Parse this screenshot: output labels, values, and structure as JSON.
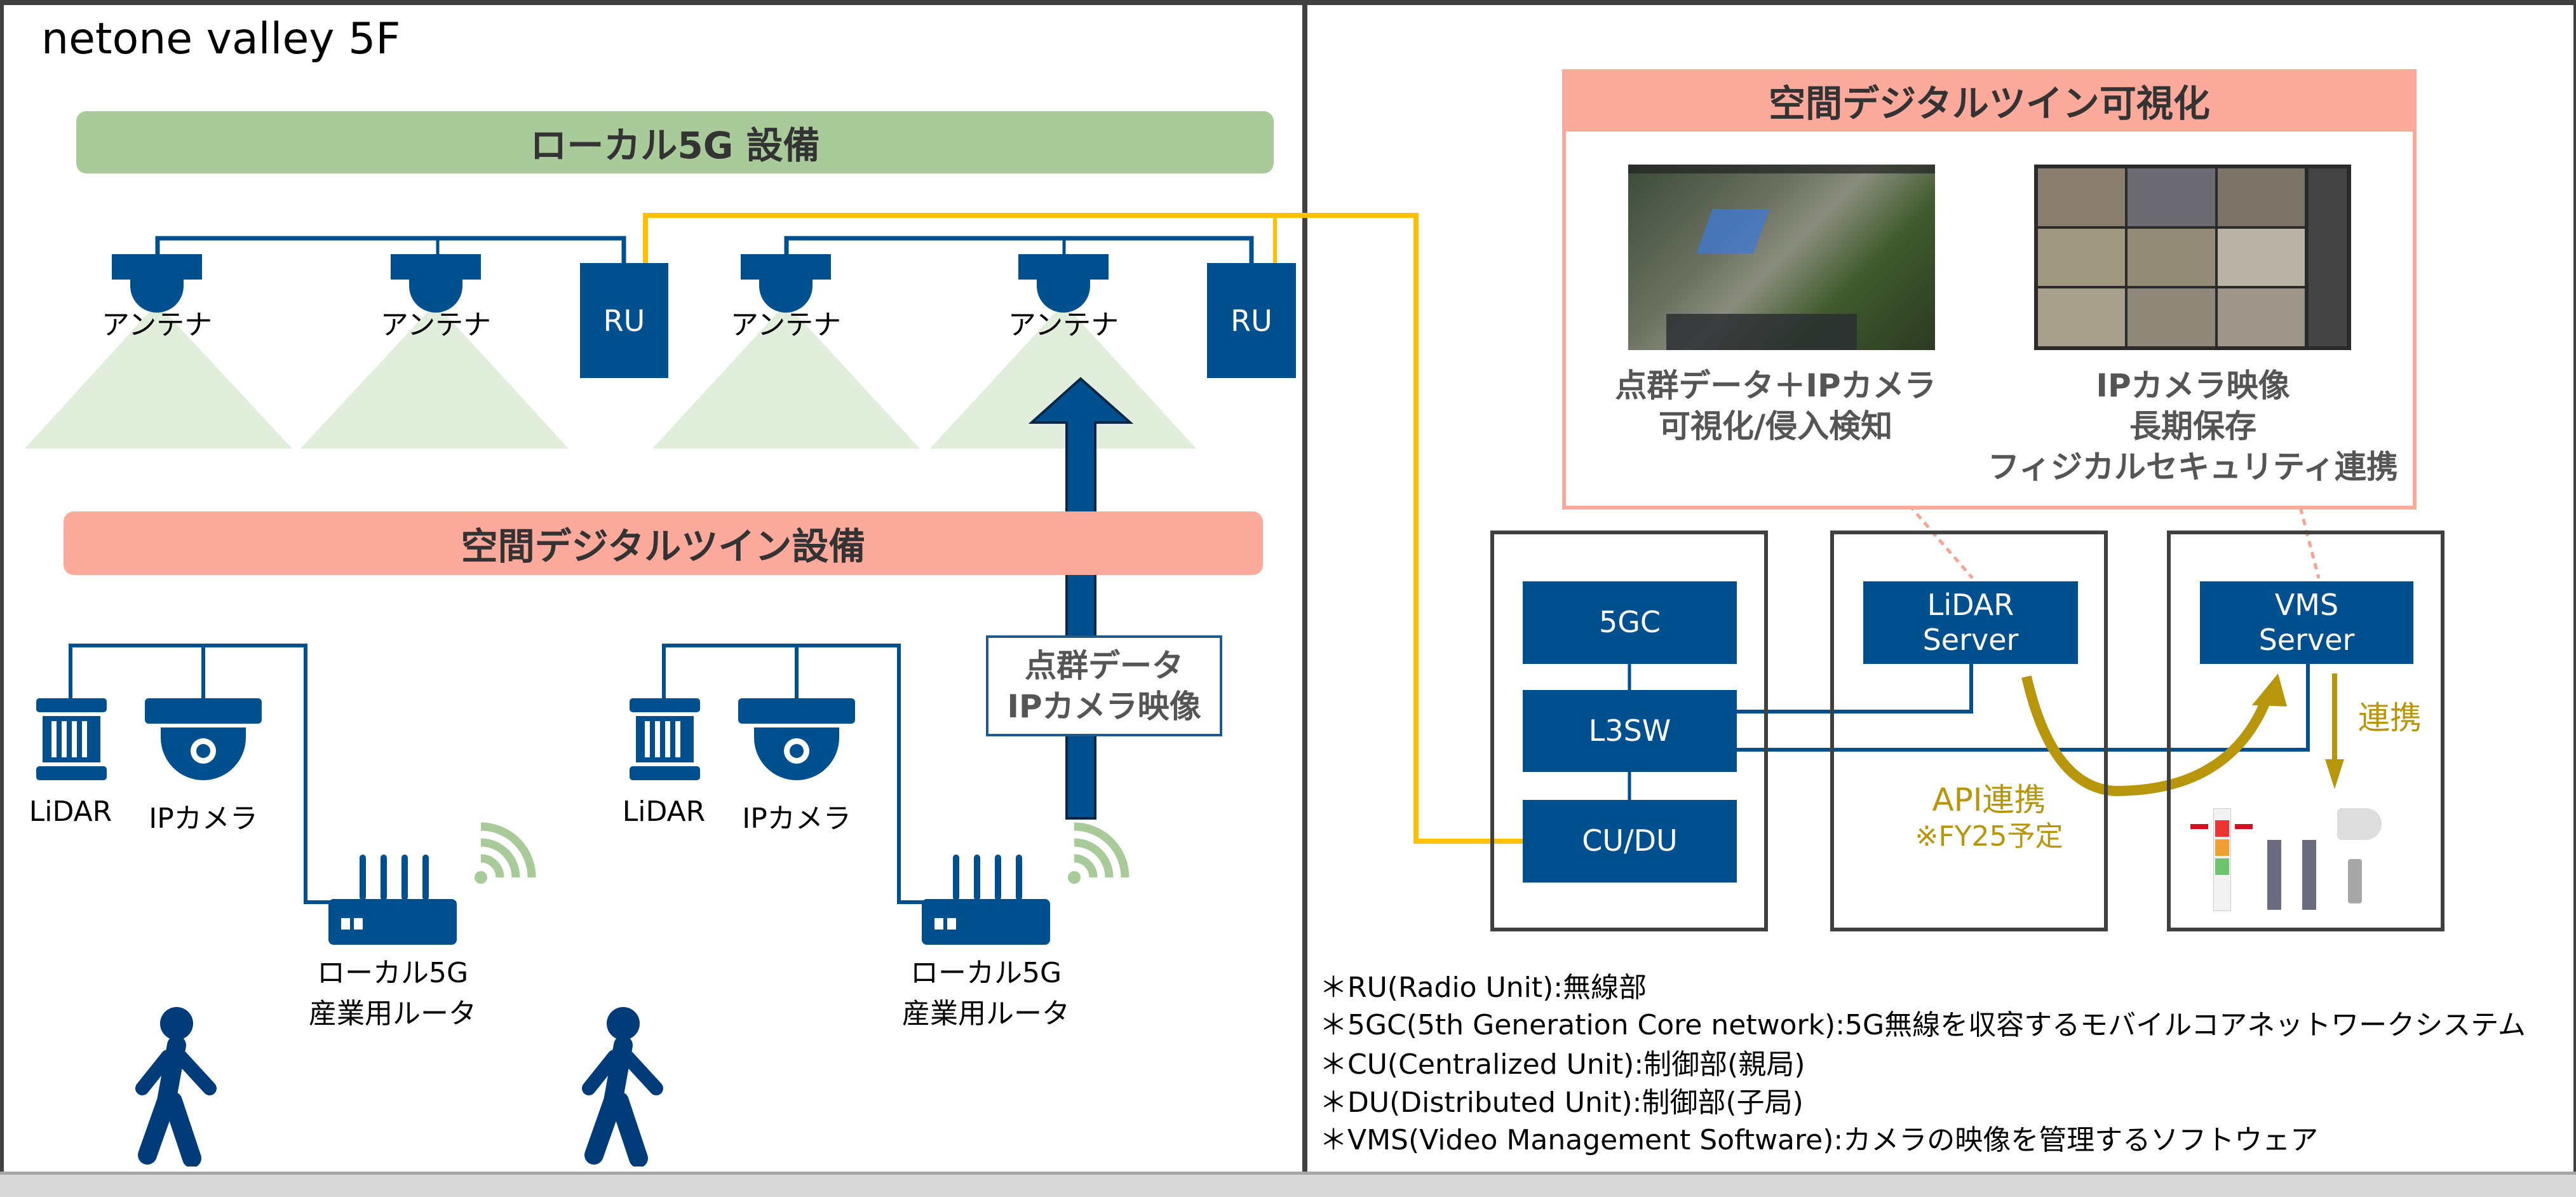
{
  "title": "netone valley 5F",
  "left": {
    "local5g_band": "ローカル5G 設備",
    "digital_twin_band": "空間デジタルツイン設備",
    "antennas": [
      {
        "label": "アンテナ"
      },
      {
        "label": "アンテナ"
      },
      {
        "label": "アンテナ"
      },
      {
        "label": "アンテナ"
      }
    ],
    "ru_units": [
      {
        "label": "RU"
      },
      {
        "label": "RU"
      }
    ],
    "uplink_box": {
      "line1": "点群データ",
      "line2": "IPカメラ映像"
    },
    "groups": [
      {
        "lidar_label": "LiDAR",
        "camera_label": "IPカメラ",
        "router_line1": "ローカル5G",
        "router_line2": "産業用ルータ"
      },
      {
        "lidar_label": "LiDAR",
        "camera_label": "IPカメラ",
        "router_line1": "ローカル5G",
        "router_line2": "産業用ルータ"
      }
    ]
  },
  "right": {
    "viz_panel": {
      "header": "空間デジタルツイン可視化",
      "left_caption": [
        "点群データ＋IPカメラ",
        "可視化/侵入検知"
      ],
      "right_caption": [
        "IPカメラ映像",
        "長期保存",
        "フィジカルセキュリティ連携"
      ]
    },
    "core": {
      "items": [
        "5GC",
        "L3SW",
        "CU/DU"
      ]
    },
    "lidar_server": [
      "LiDAR",
      "Server"
    ],
    "vms_server": [
      "VMS",
      "Server"
    ],
    "api_link": {
      "line1": "API連携",
      "line2": "※FY25予定"
    },
    "link_label": "連携",
    "footnotes": [
      "＊RU(Radio Unit):無線部",
      "＊5GC(5th Generation Core network):5G無線を収容するモバイルコアネットワークシステム",
      "＊CU(Centralized Unit):制御部(親局)",
      "＊DU(Distributed Unit):制御部(子局)",
      "＊VMS(Video Management Software):カメラの映像を管理するソフトウェア"
    ]
  },
  "colors": {
    "device_blue": "#00508f",
    "fiber_yellow": "#ffc000",
    "band_green": "#a9cb9a",
    "band_pink": "#fba99a",
    "api_gold": "#b8960c",
    "wifi_green": "#a9cb9a"
  }
}
